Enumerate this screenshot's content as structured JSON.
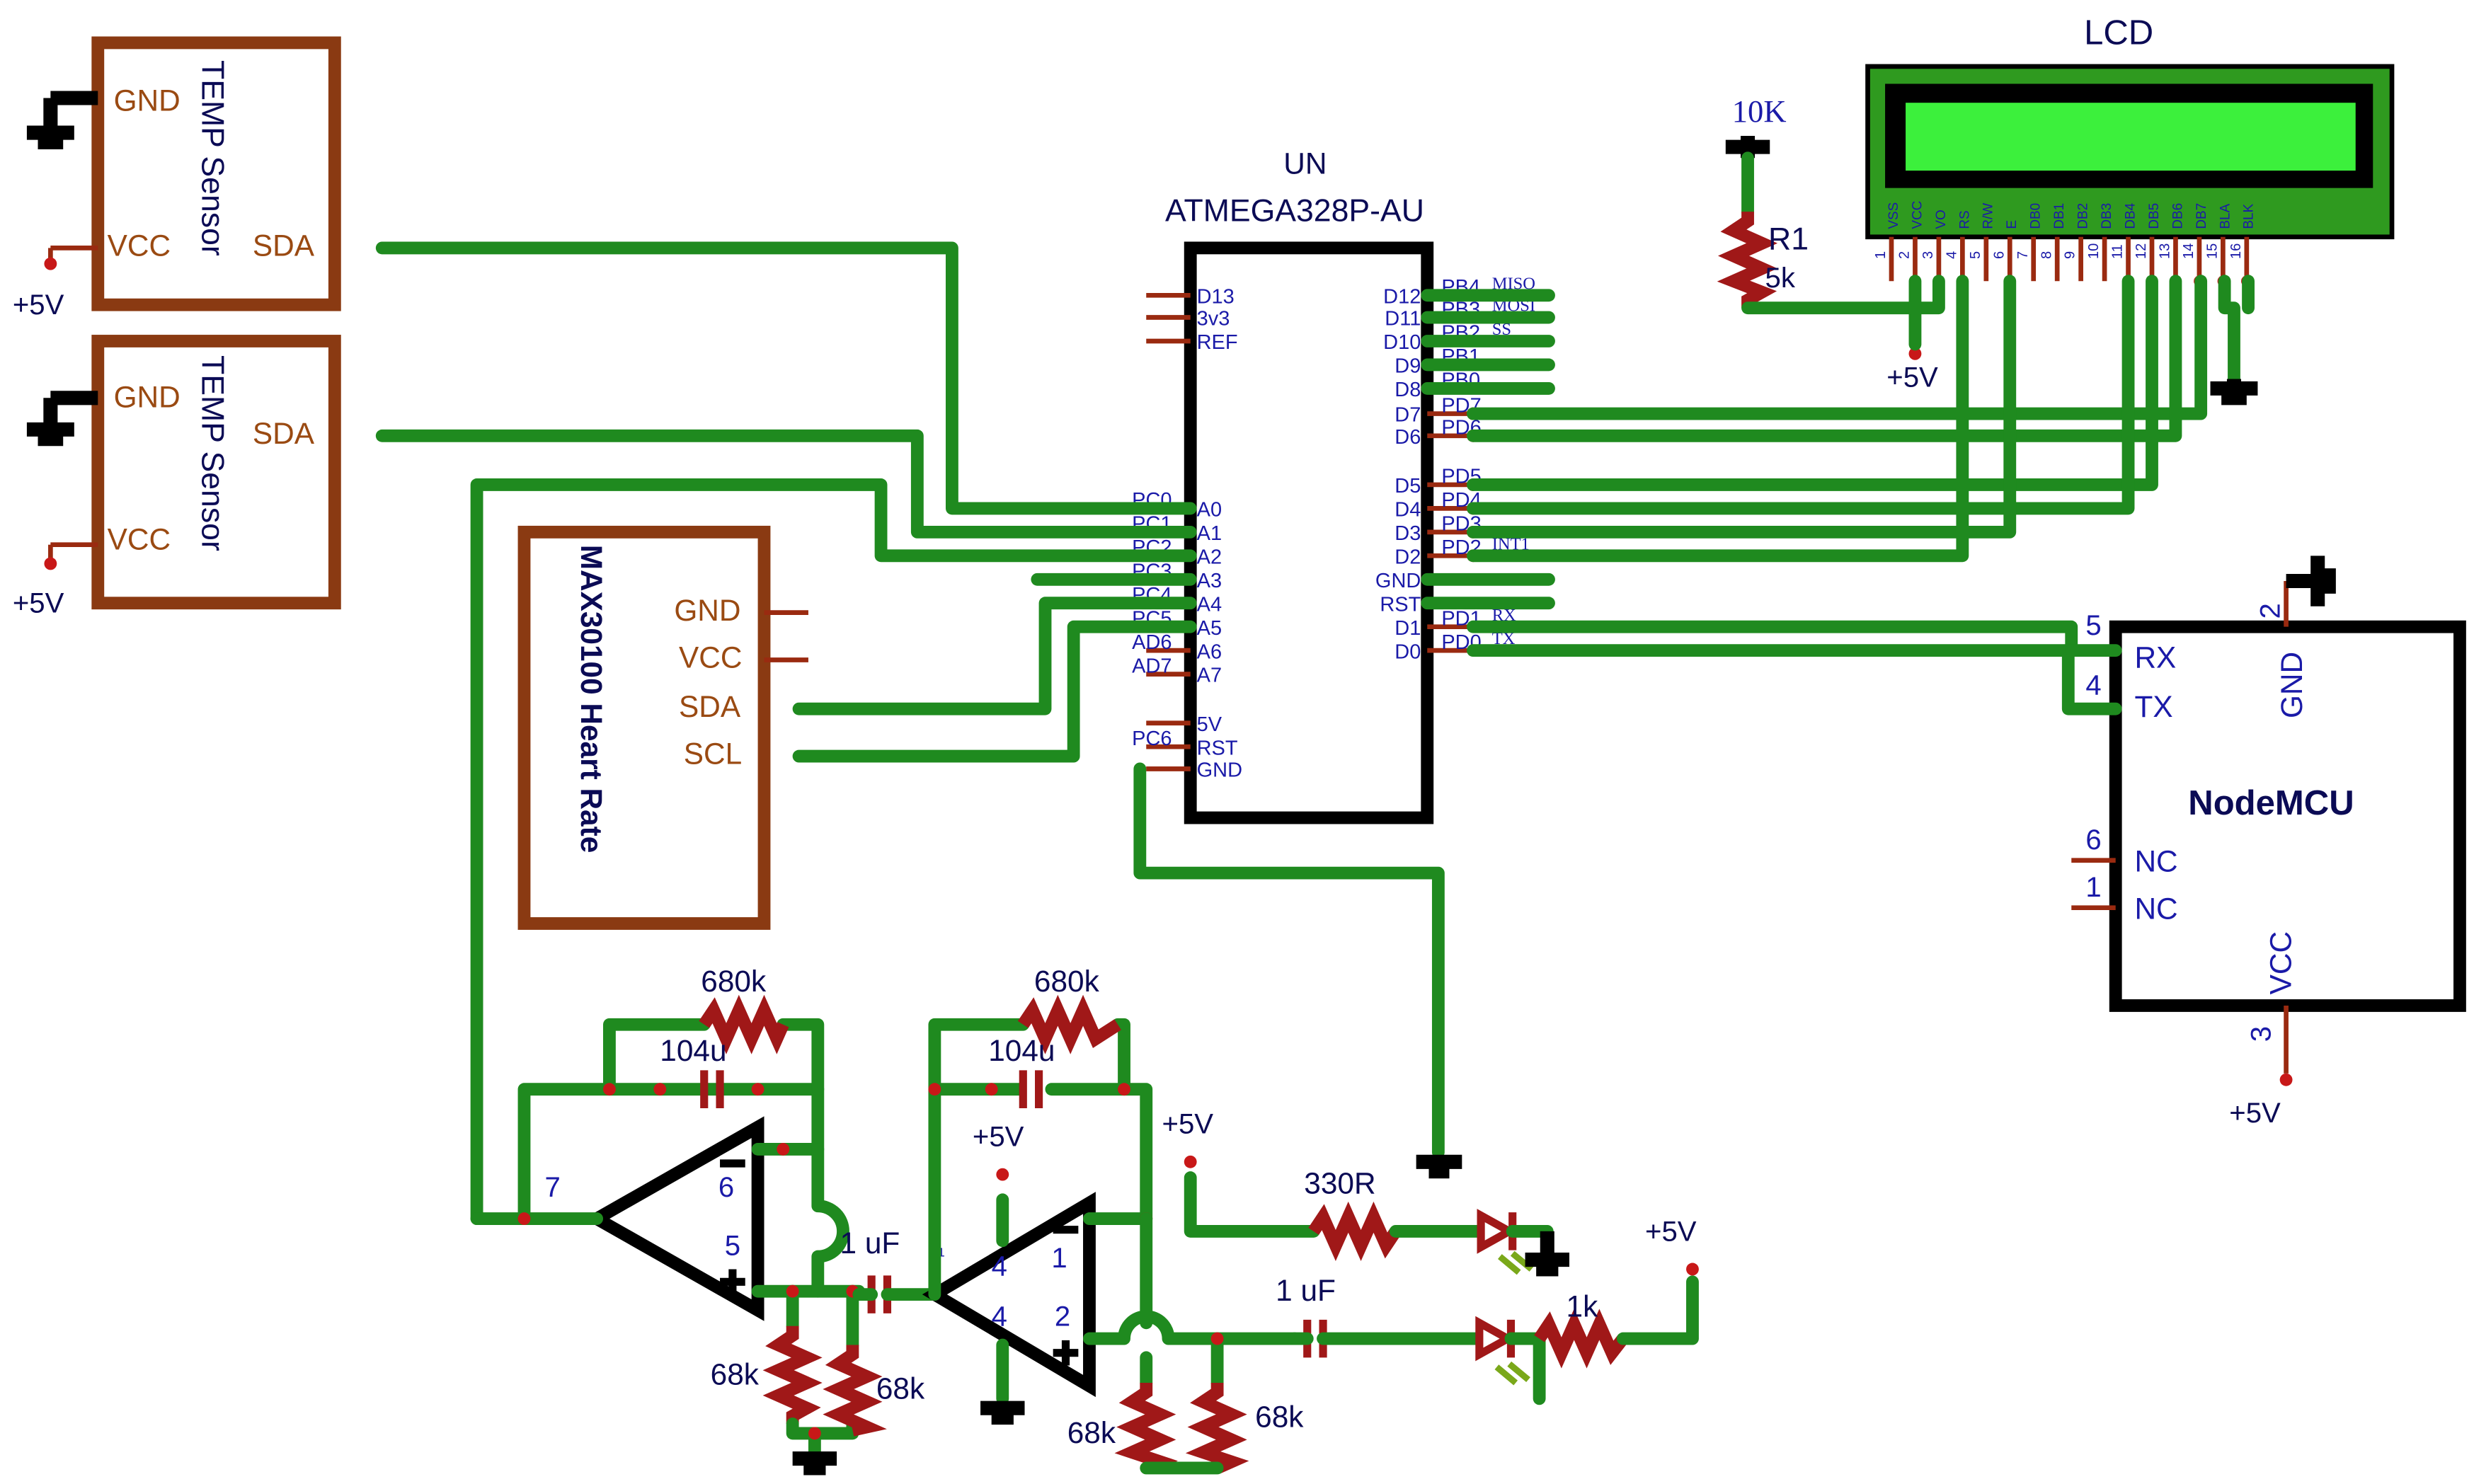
{
  "lcd": {
    "title": "LCD",
    "pin_names": [
      "VSS",
      "VCC",
      "VO",
      "RS",
      "R/W",
      "E",
      "DB0",
      "DB1",
      "DB2",
      "DB3",
      "DB4",
      "DB5",
      "DB6",
      "DB7",
      "BLA",
      "BLK"
    ],
    "pin_numbers": [
      "1",
      "2",
      "3",
      "4",
      "5",
      "6",
      "7",
      "8",
      "9",
      "10",
      "11",
      "12",
      "13",
      "14",
      "15",
      "16"
    ],
    "screen_color": "#3cf03c",
    "frame_color": "#2f9a1f",
    "supply": "+5V"
  },
  "r1": {
    "name": "R1",
    "value": "5k",
    "top_label": "10K"
  },
  "mcu": {
    "name": "UN",
    "part": "ATMEGA328P-AU",
    "left_pins": [
      {
        "inner": "D13",
        "outer": ""
      },
      {
        "inner": "3v3",
        "outer": ""
      },
      {
        "inner": "REF",
        "outer": ""
      },
      {
        "inner": "A0",
        "outer": "PC0"
      },
      {
        "inner": "A1",
        "outer": "PC1"
      },
      {
        "inner": "A2",
        "outer": "PC2"
      },
      {
        "inner": "A3",
        "outer": "PC3"
      },
      {
        "inner": "A4",
        "outer": "PC4"
      },
      {
        "inner": "A5",
        "outer": "PC5"
      },
      {
        "inner": "A6",
        "outer": "AD6"
      },
      {
        "inner": "A7",
        "outer": "AD7"
      },
      {
        "inner": "5V",
        "outer": ""
      },
      {
        "inner": "RST",
        "outer": "PC6"
      },
      {
        "inner": "GND",
        "outer": ""
      }
    ],
    "right_pins": [
      {
        "inner": "D12",
        "outer": "PB4",
        "note": "MISO"
      },
      {
        "inner": "D11",
        "outer": "PB3",
        "note": "MOSI"
      },
      {
        "inner": "D10",
        "outer": "PB2",
        "note": "SS"
      },
      {
        "inner": "D9",
        "outer": "PB1",
        "note": ""
      },
      {
        "inner": "D8",
        "outer": "PB0",
        "note": ""
      },
      {
        "inner": "D7",
        "outer": "PD7",
        "note": ""
      },
      {
        "inner": "D6",
        "outer": "PD6",
        "note": ""
      },
      {
        "inner": "D5",
        "outer": "PD5",
        "note": ""
      },
      {
        "inner": "D4",
        "outer": "PD4",
        "note": ""
      },
      {
        "inner": "D3",
        "outer": "PD3",
        "note": ""
      },
      {
        "inner": "D2",
        "outer": "PD2",
        "note": "INT1"
      },
      {
        "inner": "GND",
        "outer": "",
        "note": ""
      },
      {
        "inner": "RST",
        "outer": "",
        "note": ""
      },
      {
        "inner": "D1",
        "outer": "PD1",
        "note": "RX"
      },
      {
        "inner": "D0",
        "outer": "PD0",
        "note": "TX"
      }
    ]
  },
  "temp_sensors": [
    {
      "name": "TEMP Sensor",
      "pins": [
        "GND",
        "VCC",
        "SDA"
      ],
      "supply": "+5V"
    },
    {
      "name": "TEMP Sensor",
      "pins": [
        "GND",
        "VCC",
        "SDA"
      ],
      "supply": "+5V"
    }
  ],
  "max30100": {
    "name": "MAX30100 Heart Rate",
    "pins": [
      "GND",
      "VCC",
      "SDA",
      "SCL"
    ]
  },
  "nodemcu": {
    "name": "NodeMCU",
    "pins": [
      {
        "name": "RX",
        "num": "5"
      },
      {
        "name": "TX",
        "num": "4"
      },
      {
        "name": "NC",
        "num": "6"
      },
      {
        "name": "NC",
        "num": "1"
      },
      {
        "name": "GND",
        "num": "2"
      },
      {
        "name": "VCC",
        "num": "3"
      }
    ],
    "supply": "+5V"
  },
  "amp1": {
    "pins": [
      "7",
      "6",
      "5"
    ],
    "r_feedback": "680k",
    "c_feedback": "104u",
    "r_a": "68k",
    "r_b": "68k"
  },
  "amp2": {
    "pins": [
      "4",
      "1",
      "4",
      "2",
      "1"
    ],
    "r_feedback": "680k",
    "c_feedback": "104u",
    "supply": "+5V",
    "r_a": "68k",
    "r_b": "68k"
  },
  "coupling_caps": [
    "1 uF",
    "1 uF"
  ],
  "led_circuit": {
    "r_top": "330R",
    "r_bottom": "1k",
    "supply_top": "+5V",
    "supply_bottom": "+5V"
  }
}
